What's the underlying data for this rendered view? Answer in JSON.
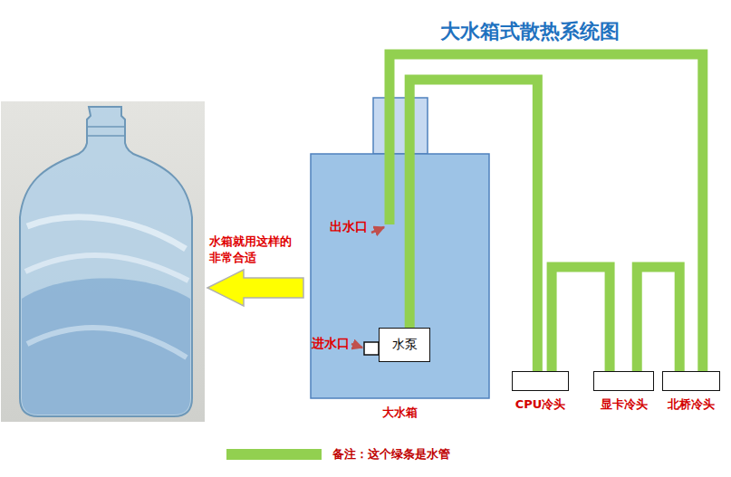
{
  "diagram": {
    "title": "大水箱式散热系统图",
    "nodes": [
      {
        "text": [
          "大水箱"
        ]
      },
      {
        "text": [
          "水泵"
        ],
        "in": 0
      },
      {
        "text": [
          "CPU冷头"
        ]
      },
      {
        "text": [
          "显卡冷头"
        ]
      },
      {
        "text": [
          "北桥冷头"
        ]
      }
    ],
    "edges": [
      {
        "from": 1,
        "to": 2,
        "arrow": "none"
      },
      {
        "from": 2,
        "to": 3,
        "arrow": "none"
      },
      {
        "from": 3,
        "to": 4,
        "arrow": "none"
      },
      {
        "from": 4,
        "to": 0,
        "arrow": "none"
      }
    ],
    "labels": [
      "出水口",
      "进水口",
      "水箱就用这样的 非常合适"
    ],
    "legend": [
      {
        "text": "备注：这个绿条是水管",
        "color": "#92d050"
      }
    ]
  }
}
